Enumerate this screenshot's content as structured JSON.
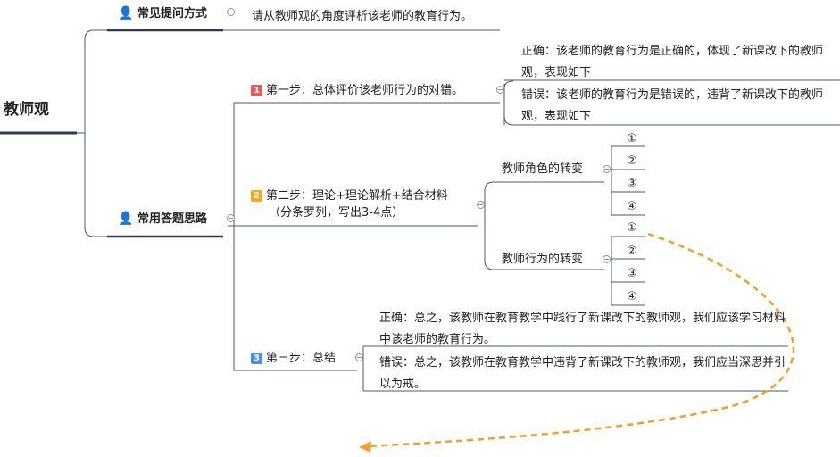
{
  "root": {
    "label": "教师观"
  },
  "branches": [
    {
      "label": "常见提问方式",
      "icon": "person-red-icon",
      "color": "#e05a4f",
      "child": "请从教师观的角度评析该老师的教育行为。"
    },
    {
      "label": "常用答题思路",
      "icon": "person-orange-icon",
      "color": "#f5a623"
    }
  ],
  "steps": [
    {
      "num": "1",
      "badge_color": "#e55a5a",
      "label": "第一步：总体评价该老师行为的对错。",
      "items": [
        "正确：该老师的教育行为是正确的，体现了新课改下的教师观，表现如下",
        "错误：该老师的教育行为是错误的，违背了新课改下的教师观，表现如下"
      ]
    },
    {
      "num": "2",
      "badge_color": "#f5a623",
      "label_line1": "第二步：理论+理论解析+结合材料",
      "label_line2": "（分条罗列，写出3-4点）",
      "subs": [
        {
          "label": "教师角色的转变",
          "points": [
            "①",
            "②",
            "③",
            "④"
          ]
        },
        {
          "label": "教师行为的转变",
          "points": [
            "①",
            "②",
            "③",
            "④"
          ]
        }
      ]
    },
    {
      "num": "3",
      "badge_color": "#4a8fe7",
      "label": "第三步：总结",
      "items": [
        "正确：总之，该教师在教育教学中践行了新课改下的教师观，我们应该学习材料中该老师的教育行为。",
        "错误：总之，该教师在教育教学中违背了新课改下的教师观，我们应当深思并引以为戒。"
      ]
    }
  ],
  "colors": {
    "line": "#4a5868",
    "arrow": "#f0a030",
    "underline_dark": "#2d3a4b"
  }
}
